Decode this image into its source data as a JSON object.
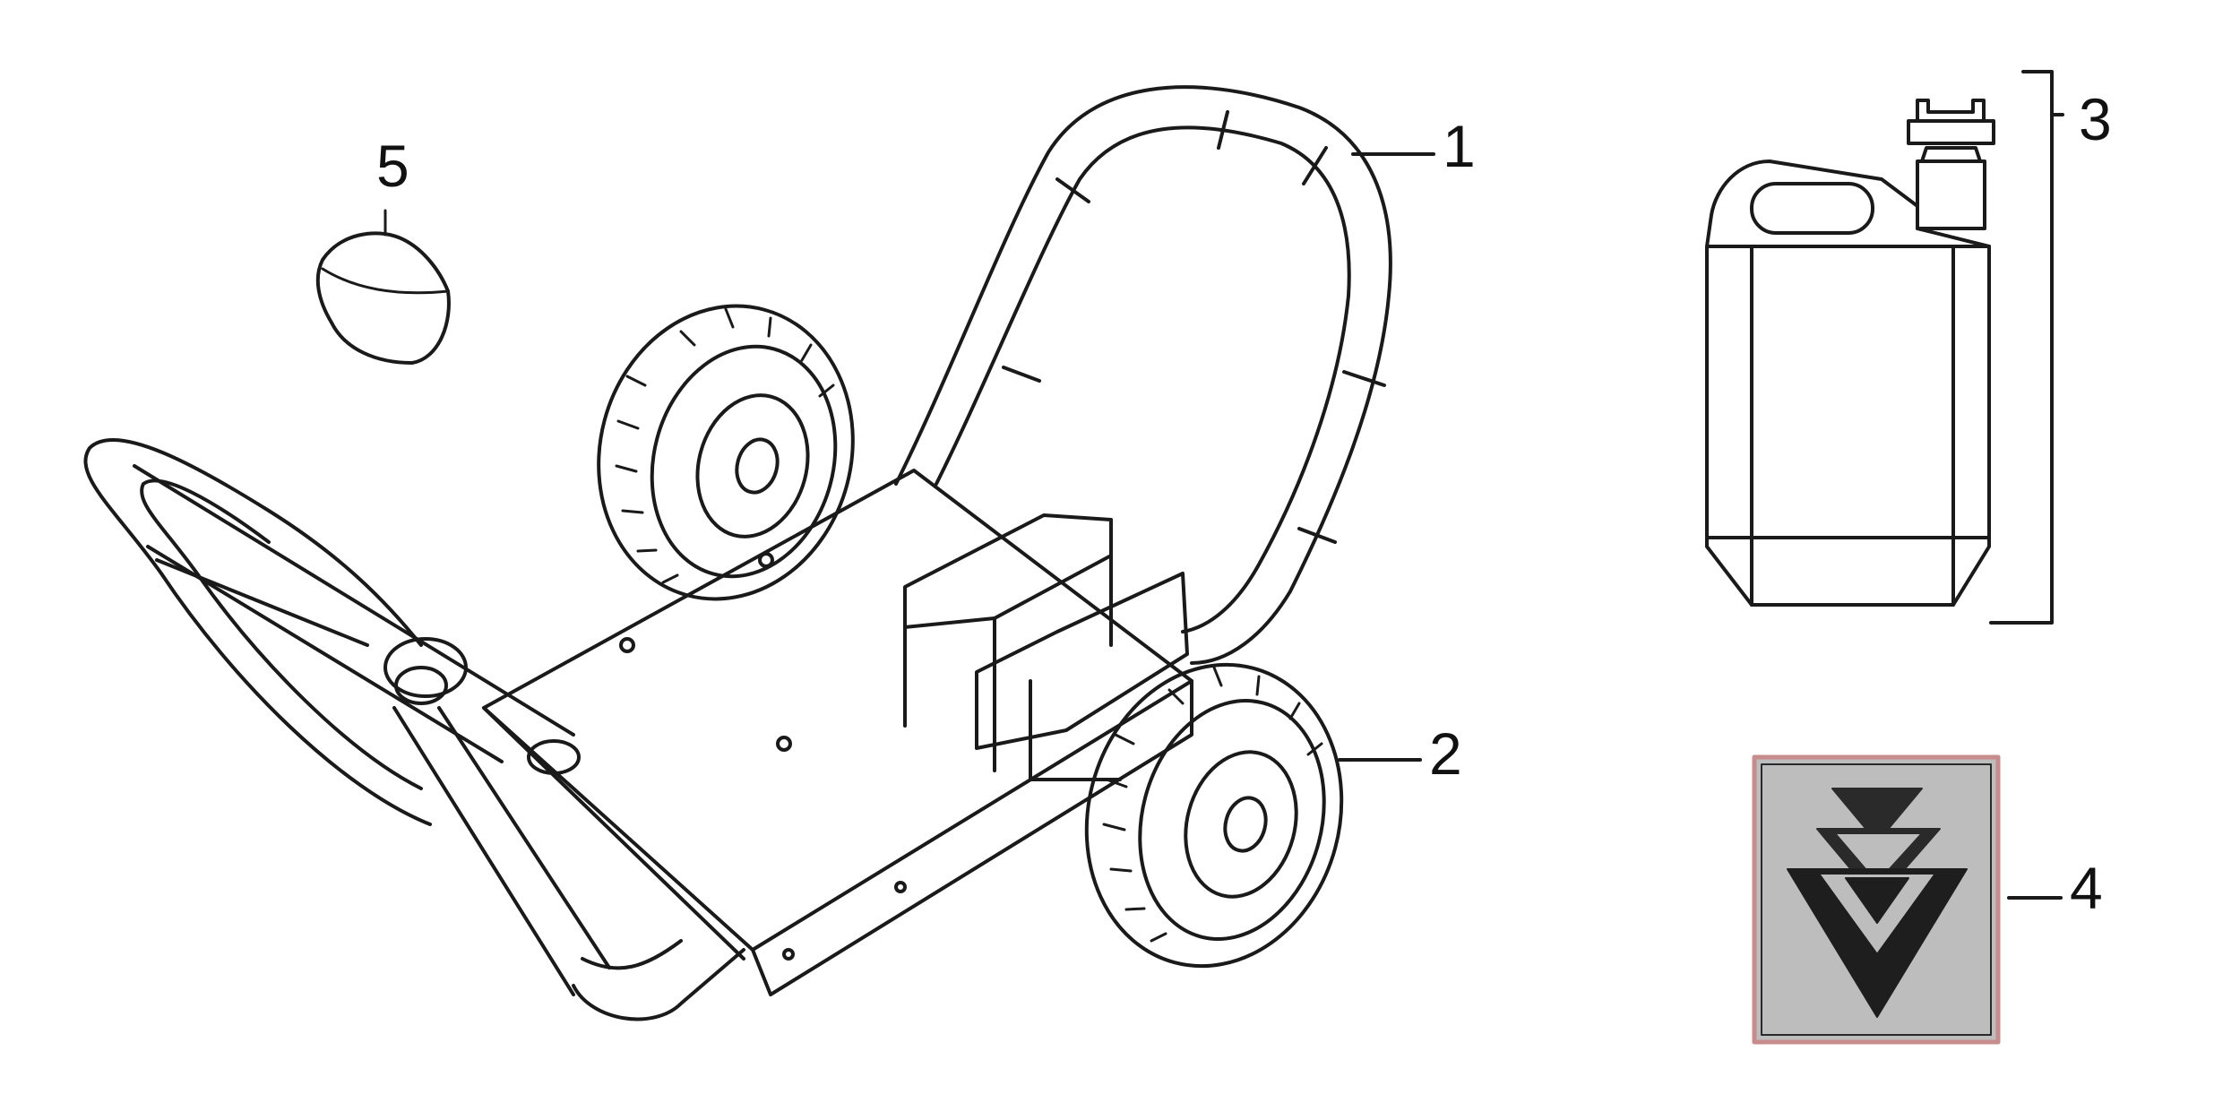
{
  "callouts": {
    "frame": "1",
    "wheel": "2",
    "canister": "3",
    "label": "4",
    "cap": "5"
  },
  "colors": {
    "line": "#1a1a1a",
    "label_background": "#bdbdbd",
    "label_border": "#c98c8c",
    "label_chevron": "#1e1e1e"
  }
}
